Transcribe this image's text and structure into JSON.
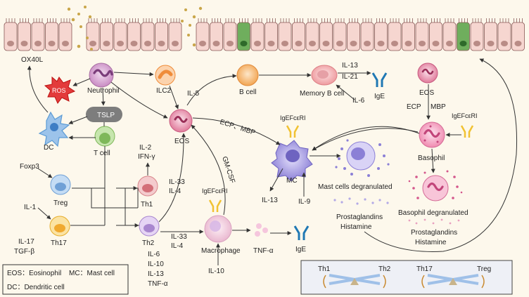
{
  "labels": {
    "ox40l": "OX40L",
    "ros": "ROS",
    "neutrophil": "Neutrophil",
    "tslp": "TSLP",
    "dc": "DC",
    "tcell": "T cell",
    "foxp3": "Foxp3",
    "treg": "Treg",
    "il1": "IL-1",
    "th17": "Th17",
    "il17": "IL-17",
    "tgfb": "TGF-β",
    "ilc2": "ILC2",
    "il5": "IL-5",
    "eos_center": "EOS",
    "il2": "IL-2",
    "ifng": "IFN-γ",
    "th1": "Th1",
    "th2": "Th2",
    "th2_cytokines": [
      "IL-6",
      "IL-10",
      "IL-13",
      "TNF-α"
    ],
    "il33_il4_upper": [
      "IL-33",
      "IL-4"
    ],
    "il33_il4_lower": [
      "IL-33",
      "IL-4"
    ],
    "gmcsf": "GM-CSF",
    "igefceri_macro": "IgEFcεRI",
    "macrophage": "Macrophage",
    "il10": "IL-10",
    "tnfa": "TNF-α",
    "ige_bottom": "IgE",
    "bcell": "B cell",
    "memory_bcell": "Memory B cell",
    "il13_top": "IL-13",
    "il21": "IL-21",
    "il6_top": "IL-6",
    "ige_top": "IgE",
    "ecp_mbp_left": "ECP、MBP",
    "igefceri_mc": "IgEFcεRI",
    "mc": "MC",
    "il13_mc": "IL-13",
    "il9": "IL-9",
    "mast_degranulated": "Mast cells degranulated",
    "prostaglandins_left": "Prostaglandins",
    "histamine_left": "Histamine",
    "eos_right": "EOS",
    "ecp_right": "ECP",
    "mbp_right": "MBP",
    "igefceri_baso": "IgEFcεRI",
    "basophil": "Basophil",
    "basophil_degranulated": "Basophil degranulated",
    "prostaglandins_right": "Prostaglandins",
    "histamine_right": "Histamine"
  },
  "legend": {
    "row1a": "EOS：Eosinophil",
    "row1b": "MC：Mast cell",
    "row2": "DC：Dendritic cell"
  },
  "balance": {
    "left_a": "Th1",
    "left_b": "Th2",
    "right_a": "Th17",
    "right_b": "Treg"
  },
  "colors": {
    "background": "#fdf8ec",
    "epithelium": "#f6d6d0",
    "epithelium_border": "#8a5a58",
    "goblet": "#6fae5d",
    "neutrophil": "#c98bc3",
    "ros": "#e33b3b",
    "dc": "#5b9bd5",
    "tslp": "#7d7d7d",
    "tcell": "#9dd07a",
    "treg": "#8cb9e8",
    "th17": "#f5c542",
    "th1": "#e8a3a8",
    "th2": "#c9a6e6",
    "ilc2": "#f6a15a",
    "eos": "#e07a9a",
    "bcell": "#f7c08a",
    "memory_bcell": "#f2a6a8",
    "ige": "#1f78b4",
    "mast_cell": "#8b7fd6",
    "basophil": "#f08ab0",
    "receptor_yellow": "#f1c232"
  }
}
